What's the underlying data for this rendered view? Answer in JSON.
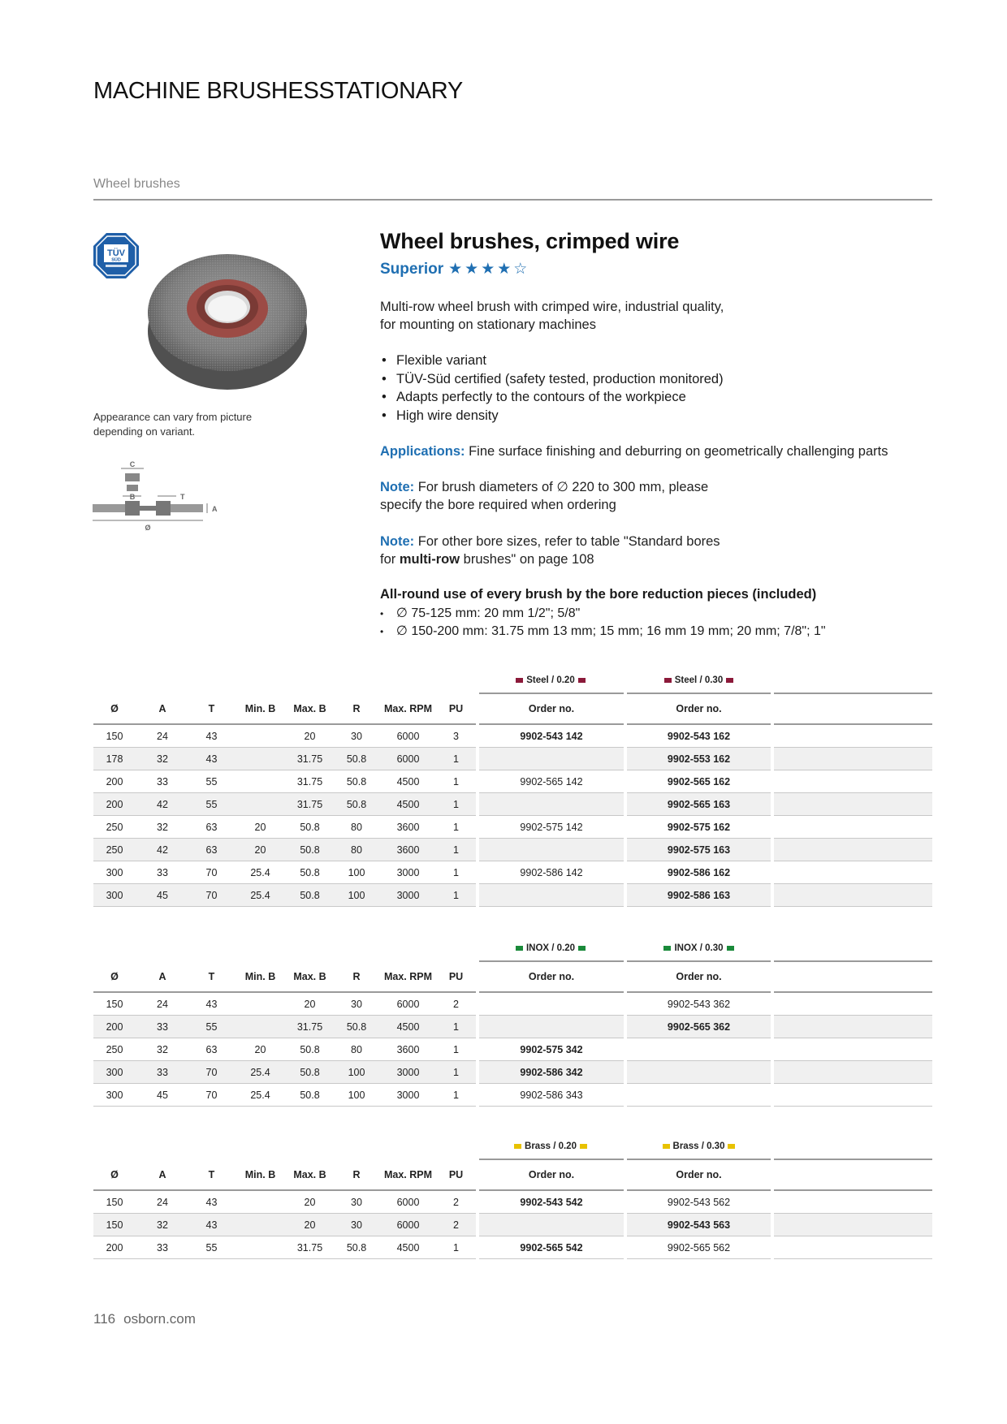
{
  "page": {
    "title": "MACHINE BRUSHESSTATIONARY",
    "section": "Wheel brushes"
  },
  "left": {
    "caption": "Appearance can vary from picture depending on variant.",
    "badge_text": {
      "top": "TÜV",
      "bottom": "SÜD"
    },
    "diagram_labels": {
      "c": "C",
      "b": "B",
      "t": "T",
      "a": "A",
      "d": "Ø"
    }
  },
  "product": {
    "title": "Wheel brushes, crimped wire",
    "grade": "Superior",
    "stars": "★★★★☆",
    "rating": 4,
    "rating_max": 5,
    "description": "Multi-row wheel brush with crimped wire, industrial quality, for mounting on stationary machines",
    "features": [
      "Flexible variant",
      "TÜV-Süd certified (safety tested, production monitored)",
      "Adapts perfectly to the contours of the workpiece",
      "High wire density"
    ],
    "applications_label": "Applications:",
    "applications_text": " Fine surface finishing and deburring on geometrically challenging parts",
    "note1_label": "Note:",
    "note1_text": " For brush diameters of ∅ 220 to 300 mm, please specify the bore required when ordering",
    "note2_label": "Note:",
    "note2_text_a": " For other bore sizes, refer to table \"Standard bores for ",
    "note2_bold": "multi-row",
    "note2_text_b": " brushes\" on page 108",
    "allround_title": "All-round use of every brush by the bore reduction pieces (included)",
    "allround_items": [
      "∅ 75-125 mm: 20 mm 1/2\"; 5/8\"",
      "∅ 150-200 mm: 31.75 mm 13 mm; 15 mm; 16 mm 19 mm; 20 mm; 7/8\"; 1\""
    ]
  },
  "columns": [
    "Ø",
    "A",
    "T",
    "Min. B",
    "Max. B",
    "R",
    "Max. RPM",
    "PU",
    "Order no.",
    "Order no."
  ],
  "tables": [
    {
      "materials": [
        "Steel / 0.20",
        "Steel / 0.30"
      ],
      "material_color": "#8b1a3a",
      "rows": [
        {
          "d": "150",
          "a": "24",
          "t": "43",
          "minb": "",
          "maxb": "20",
          "r": "30",
          "rpm": "6000",
          "pu": "3",
          "o1": "9902-543 142",
          "o1b": true,
          "o2": "9902-543 162",
          "o2b": true
        },
        {
          "d": "178",
          "a": "32",
          "t": "43",
          "minb": "",
          "maxb": "31.75",
          "r": "50.8",
          "rpm": "6000",
          "pu": "1",
          "o1": "",
          "o1b": false,
          "o2": "9902-553 162",
          "o2b": true
        },
        {
          "d": "200",
          "a": "33",
          "t": "55",
          "minb": "",
          "maxb": "31.75",
          "r": "50.8",
          "rpm": "4500",
          "pu": "1",
          "o1": "9902-565 142",
          "o1b": false,
          "o2": "9902-565 162",
          "o2b": true
        },
        {
          "d": "200",
          "a": "42",
          "t": "55",
          "minb": "",
          "maxb": "31.75",
          "r": "50.8",
          "rpm": "4500",
          "pu": "1",
          "o1": "",
          "o1b": false,
          "o2": "9902-565 163",
          "o2b": true
        },
        {
          "d": "250",
          "a": "32",
          "t": "63",
          "minb": "20",
          "maxb": "50.8",
          "r": "80",
          "rpm": "3600",
          "pu": "1",
          "o1": "9902-575 142",
          "o1b": false,
          "o2": "9902-575 162",
          "o2b": true
        },
        {
          "d": "250",
          "a": "42",
          "t": "63",
          "minb": "20",
          "maxb": "50.8",
          "r": "80",
          "rpm": "3600",
          "pu": "1",
          "o1": "",
          "o1b": false,
          "o2": "9902-575 163",
          "o2b": true
        },
        {
          "d": "300",
          "a": "33",
          "t": "70",
          "minb": "25.4",
          "maxb": "50.8",
          "r": "100",
          "rpm": "3000",
          "pu": "1",
          "o1": "9902-586 142",
          "o1b": false,
          "o2": "9902-586 162",
          "o2b": true
        },
        {
          "d": "300",
          "a": "45",
          "t": "70",
          "minb": "25.4",
          "maxb": "50.8",
          "r": "100",
          "rpm": "3000",
          "pu": "1",
          "o1": "",
          "o1b": false,
          "o2": "9902-586 163",
          "o2b": true
        }
      ]
    },
    {
      "materials": [
        "INOX / 0.20",
        "INOX / 0.30"
      ],
      "material_color": "#1a8a3a",
      "rows": [
        {
          "d": "150",
          "a": "24",
          "t": "43",
          "minb": "",
          "maxb": "20",
          "r": "30",
          "rpm": "6000",
          "pu": "2",
          "o1": "",
          "o1b": false,
          "o2": "9902-543 362",
          "o2b": false
        },
        {
          "d": "200",
          "a": "33",
          "t": "55",
          "minb": "",
          "maxb": "31.75",
          "r": "50.8",
          "rpm": "4500",
          "pu": "1",
          "o1": "",
          "o1b": false,
          "o2": "9902-565 362",
          "o2b": true
        },
        {
          "d": "250",
          "a": "32",
          "t": "63",
          "minb": "20",
          "maxb": "50.8",
          "r": "80",
          "rpm": "3600",
          "pu": "1",
          "o1": "9902-575 342",
          "o1b": true,
          "o2": "",
          "o2b": false
        },
        {
          "d": "300",
          "a": "33",
          "t": "70",
          "minb": "25.4",
          "maxb": "50.8",
          "r": "100",
          "rpm": "3000",
          "pu": "1",
          "o1": "9902-586 342",
          "o1b": true,
          "o2": "",
          "o2b": false
        },
        {
          "d": "300",
          "a": "45",
          "t": "70",
          "minb": "25.4",
          "maxb": "50.8",
          "r": "100",
          "rpm": "3000",
          "pu": "1",
          "o1": "9902-586 343",
          "o1b": false,
          "o2": "",
          "o2b": false
        }
      ]
    },
    {
      "materials": [
        "Brass / 0.20",
        "Brass / 0.30"
      ],
      "material_color": "#e8c200",
      "rows": [
        {
          "d": "150",
          "a": "24",
          "t": "43",
          "minb": "",
          "maxb": "20",
          "r": "30",
          "rpm": "6000",
          "pu": "2",
          "o1": "9902-543 542",
          "o1b": true,
          "o2": "9902-543 562",
          "o2b": false
        },
        {
          "d": "150",
          "a": "32",
          "t": "43",
          "minb": "",
          "maxb": "20",
          "r": "30",
          "rpm": "6000",
          "pu": "2",
          "o1": "",
          "o1b": false,
          "o2": "9902-543 563",
          "o2b": true
        },
        {
          "d": "200",
          "a": "33",
          "t": "55",
          "minb": "",
          "maxb": "31.75",
          "r": "50.8",
          "rpm": "4500",
          "pu": "1",
          "o1": "9902-565 542",
          "o1b": true,
          "o2": "9902-565 562",
          "o2b": false
        }
      ]
    }
  ],
  "footer": {
    "page_number": "116",
    "site": "osborn.com"
  }
}
